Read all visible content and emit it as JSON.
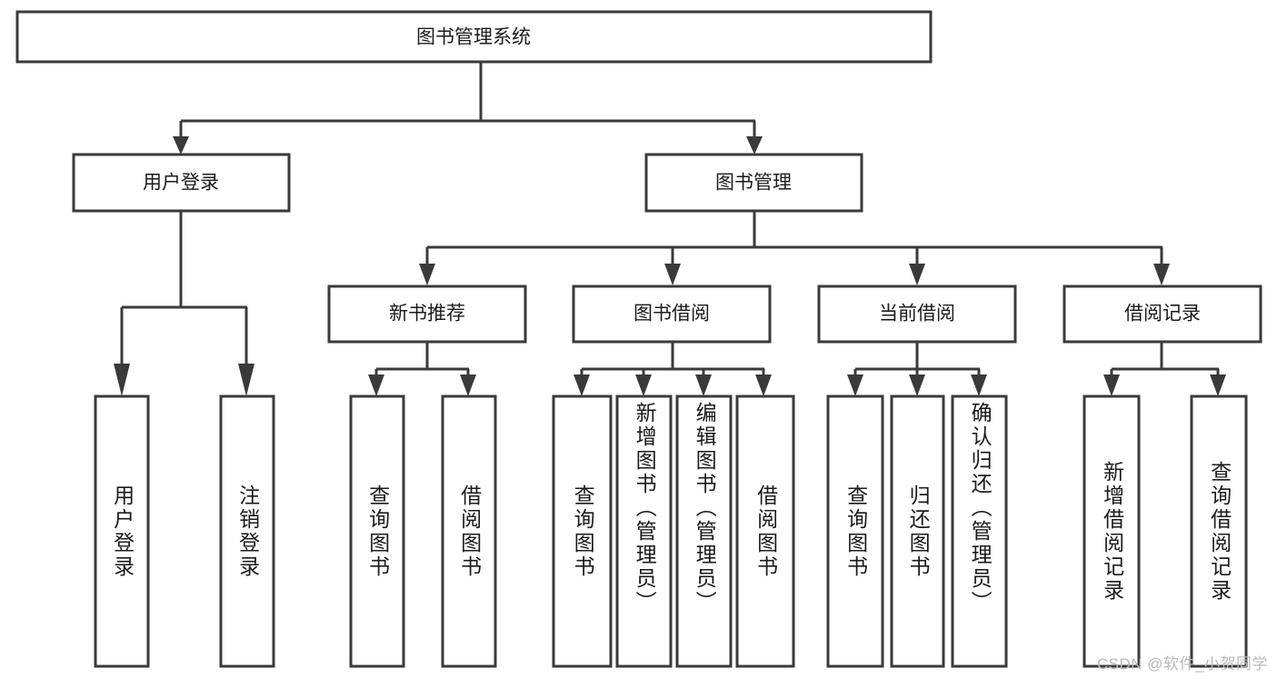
{
  "diagram": {
    "title": "图书管理系统",
    "type": "tree",
    "orientation": "top-down",
    "watermark": "CSDN @软件_小贺同学",
    "colors": {
      "stroke": "#3a3a3a",
      "fill": "#ffffff",
      "text": "#1b1b1b",
      "watermark": "#b9b9b9",
      "background": "#ffffff"
    },
    "nodes": {
      "root": {
        "label": "图书管理系统"
      },
      "level2": [
        {
          "id": "user-login",
          "label": "用户登录"
        },
        {
          "id": "book-management",
          "label": "图书管理"
        }
      ],
      "level3": [
        {
          "id": "new-book-recommend",
          "label": "新书推荐"
        },
        {
          "id": "book-borrow",
          "label": "图书借阅"
        },
        {
          "id": "current-borrow",
          "label": "当前借阅"
        },
        {
          "id": "borrow-record",
          "label": "借阅记录"
        }
      ],
      "leaves": {
        "user-login": [
          {
            "id": "leaf-user-login",
            "label": "用户登录"
          },
          {
            "id": "leaf-logout-login",
            "label": "注销登录"
          }
        ],
        "new-book-recommend": [
          {
            "id": "leaf-query-book-1",
            "label": "查询图书"
          },
          {
            "id": "leaf-borrow-book-1",
            "label": "借阅图书"
          }
        ],
        "book-borrow": [
          {
            "id": "leaf-query-book-2",
            "label": "查询图书"
          },
          {
            "id": "leaf-add-book-admin",
            "label": "新增图书（管理员）"
          },
          {
            "id": "leaf-edit-book-admin",
            "label": "编辑图书（管理员）"
          },
          {
            "id": "leaf-borrow-book-2",
            "label": "借阅图书"
          }
        ],
        "current-borrow": [
          {
            "id": "leaf-query-book-3",
            "label": "查询图书"
          },
          {
            "id": "leaf-return-book",
            "label": "归还图书"
          },
          {
            "id": "leaf-confirm-return-admin",
            "label": "确认归还（管理员）"
          }
        ],
        "borrow-record": [
          {
            "id": "leaf-add-borrow-record",
            "label": "新增借阅记录"
          },
          {
            "id": "leaf-query-borrow-record",
            "label": "查询借阅记录"
          }
        ]
      }
    }
  }
}
